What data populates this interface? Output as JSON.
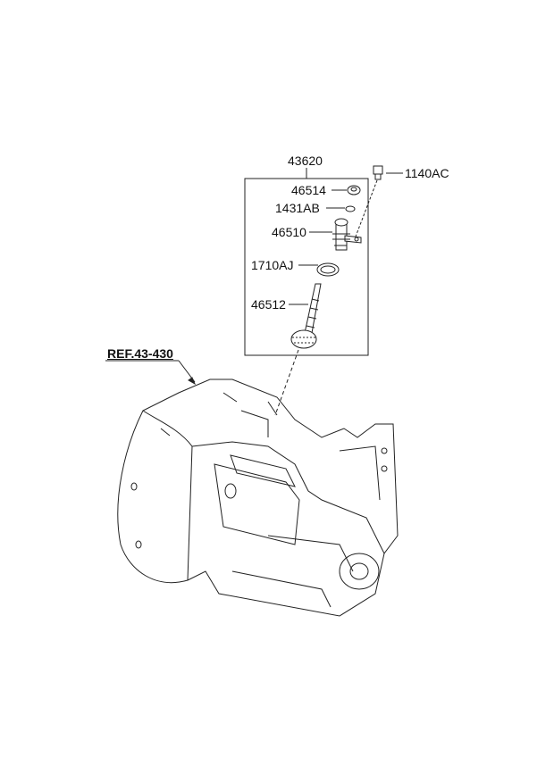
{
  "assembly": {
    "number": "43620"
  },
  "parts": {
    "bolt": "1140AC",
    "seal": "46514",
    "o_ring": "1431AB",
    "sensor_sleeve": "46510",
    "gasket": "1710AJ",
    "driven_gear": "46512"
  },
  "reference": {
    "label": "REF.43-430"
  }
}
